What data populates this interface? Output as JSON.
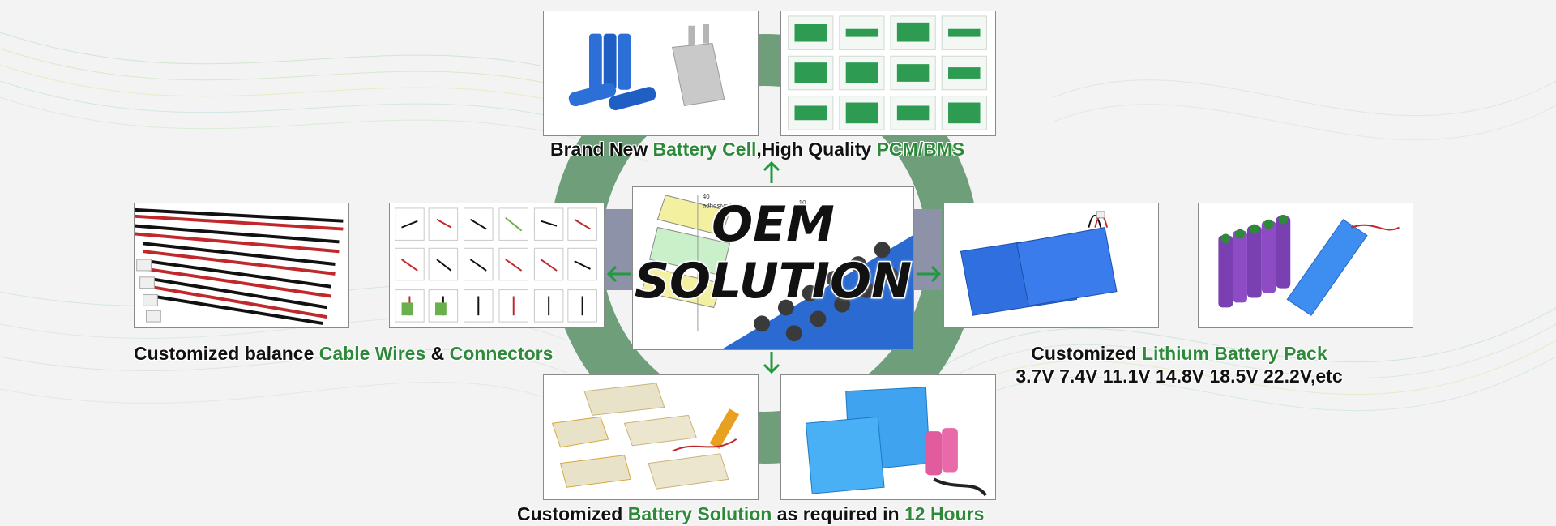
{
  "center": {
    "title_line1": "OEM",
    "title_line2": "SOLUTION",
    "diagram_label_1": "adhesive tape",
    "diagram_label_2": "40",
    "diagram_label_3": "10"
  },
  "captions": {
    "top": {
      "p1": "Brand New ",
      "h1": "Battery Cell",
      "p2": ",High Quality ",
      "h2": "PCM/BMS"
    },
    "left": {
      "p1": "Customized balance ",
      "h1": "Cable Wires",
      "p2": " & ",
      "h2": "Connectors"
    },
    "right": {
      "p1": "Customized ",
      "h1": "Lithium Battery Pack",
      "line2": "3.7V 7.4V 11.1V 14.8V 18.5V 22.2V,etc"
    },
    "bottom": {
      "p1": "Customized ",
      "h1": "Battery Solution",
      "p2": " as required in ",
      "h2": "12 Hours"
    }
  },
  "colors": {
    "ring": "#6f9f7a",
    "highlight": "#2e8a3a",
    "arrow": "#1f9a3c",
    "cell_blue": "#2c6fd6"
  }
}
